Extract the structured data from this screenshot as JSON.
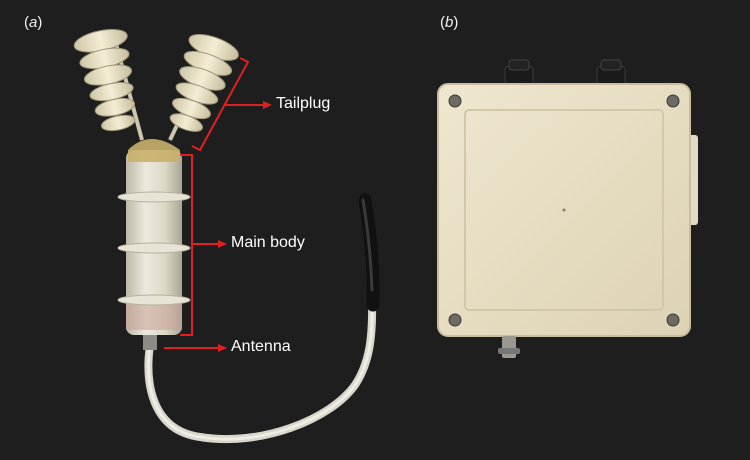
{
  "panels": {
    "a": {
      "open": "(",
      "letter": "a",
      "close": ")"
    },
    "b": {
      "open": "(",
      "letter": "b",
      "close": ")"
    }
  },
  "annotations": {
    "tailplug": "Tailplug",
    "main_body": "Main body",
    "antenna": "Antenna"
  },
  "colors": {
    "background": "#1e1e1e",
    "annotation_line": "#e02020",
    "annotation_text": "#ffffff"
  }
}
